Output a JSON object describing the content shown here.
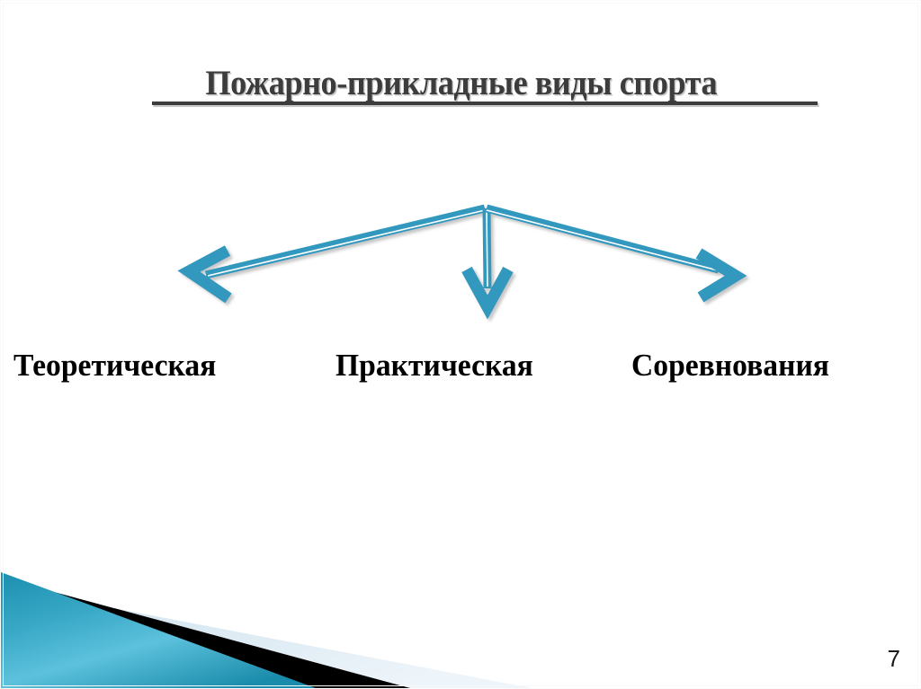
{
  "slide": {
    "title": "Пожарно-прикладные виды спорта",
    "page_number": "7",
    "colors": {
      "title_text": "#3c3c3c",
      "label_text": "#000000",
      "arrow_teal": "#3198bd",
      "arrow_teal_light": "#4fb4d2",
      "deco_teal_dark": "#1a8aa8",
      "deco_teal_light": "#63c2dd",
      "deco_black": "#000000",
      "deco_pale_blue": "#dbe9f2",
      "background": "#ffffff"
    }
  },
  "diagram": {
    "root_label": "Пожарно-прикладные виды спорта",
    "branches": [
      {
        "label": "Теоретическая",
        "arrow": "arrow-down-left"
      },
      {
        "label": "Практическая",
        "arrow": "arrow-down"
      },
      {
        "label": "Соревнования",
        "arrow": "arrow-down-right"
      }
    ]
  }
}
